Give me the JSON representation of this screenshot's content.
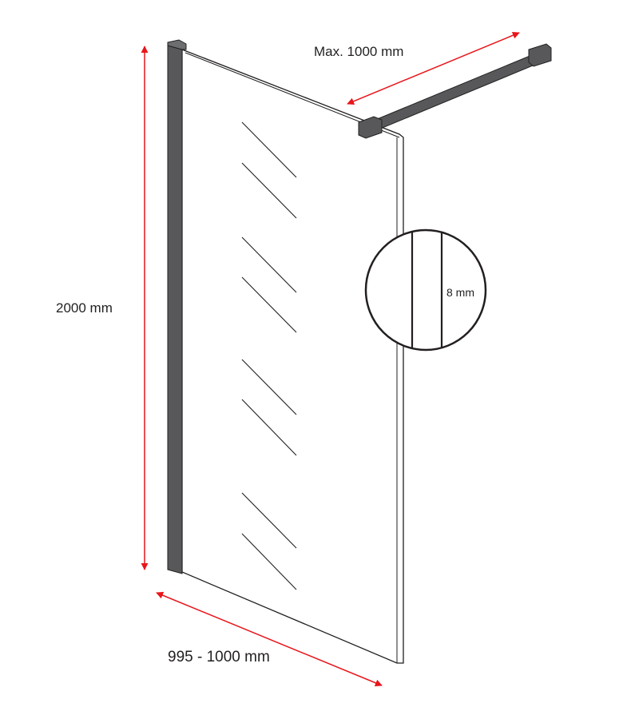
{
  "labels": {
    "top_width": "Max. 1000 mm",
    "height": "2000 mm",
    "bottom_width": "995 - 1000 mm",
    "glass_thickness": "8 mm"
  },
  "colors": {
    "dimension_arrow": "#e8161b",
    "profile": "#58585a",
    "outline": "#231f20"
  }
}
